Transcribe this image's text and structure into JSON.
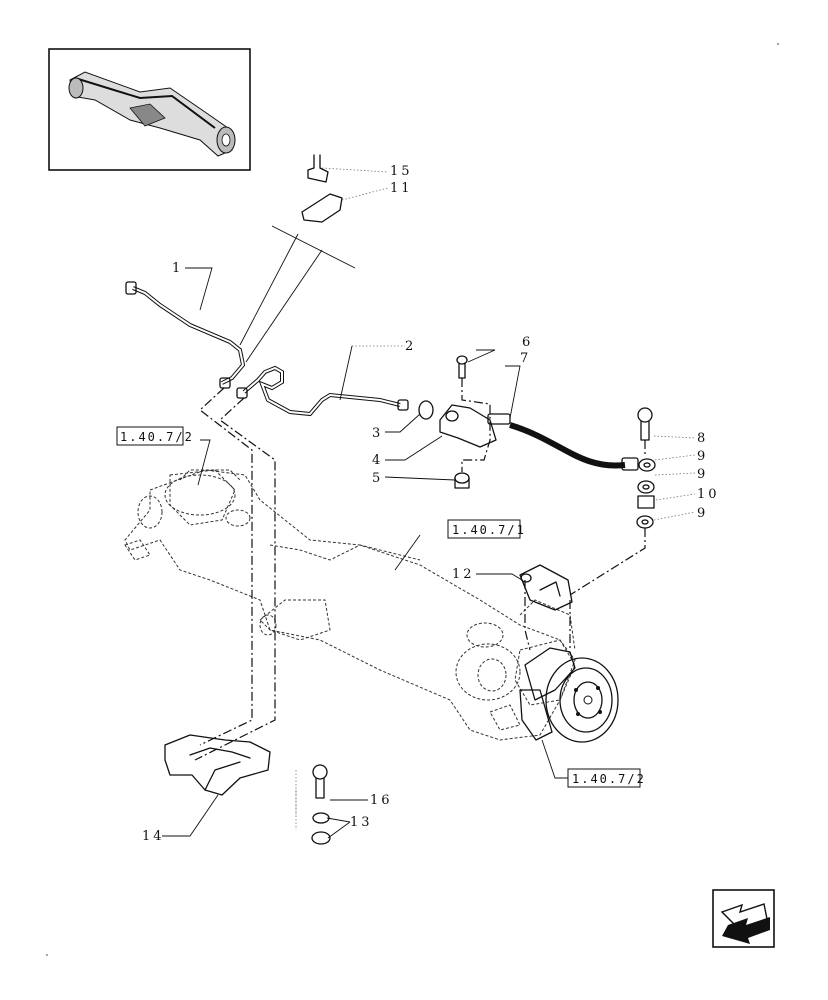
{
  "thumbnail": {
    "icon": "axle-thumbnail-icon"
  },
  "callouts": [
    {
      "id": "c1",
      "label": "1"
    },
    {
      "id": "c2",
      "label": "2"
    },
    {
      "id": "c3",
      "label": "3"
    },
    {
      "id": "c4",
      "label": "4"
    },
    {
      "id": "c5",
      "label": "5"
    },
    {
      "id": "c6",
      "label": "6"
    },
    {
      "id": "c7",
      "label": "7"
    },
    {
      "id": "c8",
      "label": "8"
    },
    {
      "id": "c9a",
      "label": "9"
    },
    {
      "id": "c9b",
      "label": "9"
    },
    {
      "id": "c10",
      "label": "10"
    },
    {
      "id": "c9c",
      "label": "9"
    },
    {
      "id": "c11",
      "label": "11"
    },
    {
      "id": "c12",
      "label": "12"
    },
    {
      "id": "c13",
      "label": "13"
    },
    {
      "id": "c14",
      "label": "14"
    },
    {
      "id": "c15",
      "label": "15"
    },
    {
      "id": "c16",
      "label": "16"
    }
  ],
  "references": [
    {
      "id": "r1",
      "label": "1.40.7/2"
    },
    {
      "id": "r2",
      "label": "1.40.7/1"
    },
    {
      "id": "r3",
      "label": "1.40.7/2"
    }
  ],
  "nav": {
    "icon": "next-page-arrow-icon"
  }
}
